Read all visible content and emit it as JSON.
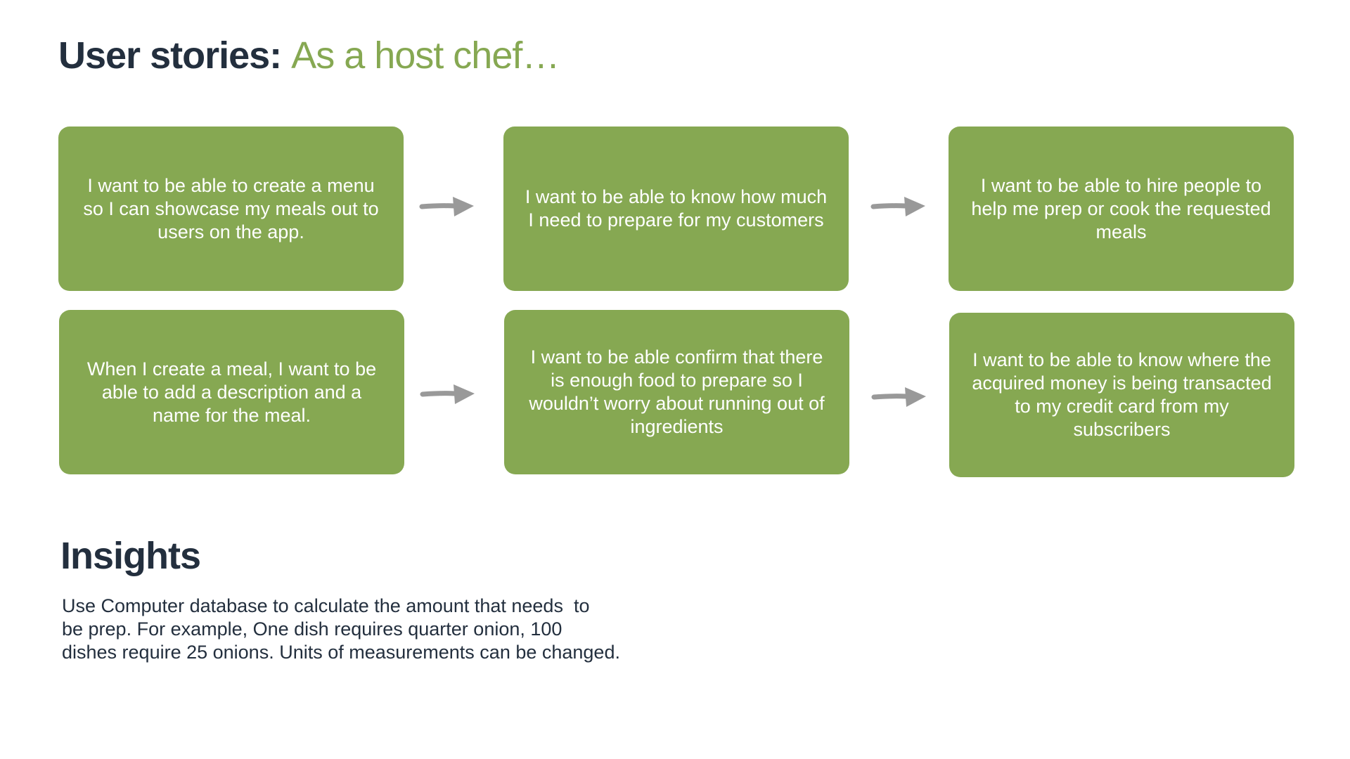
{
  "header": {
    "title_prefix": "User stories:",
    "title_suffix": "As a host chef…"
  },
  "colors": {
    "card_background": "#86a852",
    "heading_dark": "#232f3e",
    "accent_green": "#86a852",
    "arrow_gray": "#999999"
  },
  "stories": [
    {
      "text": "I want to be able to create a menu so I can showcase my meals out to users on the app."
    },
    {
      "text": "I want to be able to know how much I need to prepare for my customers"
    },
    {
      "text": "I want to be able to hire people to help me prep or cook the requested meals"
    },
    {
      "text": "When I create a meal, I want to be able to add a description and a name for the meal."
    },
    {
      "text": "I want to be able confirm that there is enough food to prepare so I wouldn’t worry about running out of ingredients"
    },
    {
      "text": "I want to be able to know where the acquired money is being transacted to my credit card from my subscribers"
    }
  ],
  "arrows": [
    {
      "icon": "arrow-right-icon"
    },
    {
      "icon": "arrow-right-icon"
    },
    {
      "icon": "arrow-right-icon"
    },
    {
      "icon": "arrow-right-icon"
    }
  ],
  "insights": {
    "heading": "Insights",
    "lines": [
      "Use Computer database to calculate the amount that needs  to",
      "be prep. For example, One dish requires quarter onion, 100",
      "dishes require 25 onions. Units of measurements can be changed."
    ]
  }
}
